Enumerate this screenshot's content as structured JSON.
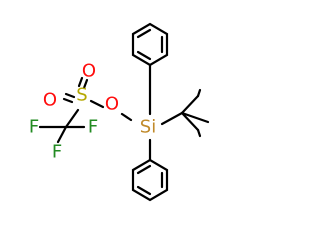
{
  "molecule": {
    "atoms": {
      "silicon": "Si",
      "ester_oxygen": "O",
      "sulfur": "S",
      "sulfonyl_oxygen_upper": "O",
      "sulfonyl_oxygen_left": "O",
      "fluorine_left": "F",
      "fluorine_right": "F",
      "fluorine_bottom": "F"
    },
    "colors": {
      "silicon": "#c08a2a",
      "oxygen": "#ff0d0d",
      "sulfur": "#b5a800",
      "fluorine": "#228b22",
      "bond": "#000000"
    }
  }
}
